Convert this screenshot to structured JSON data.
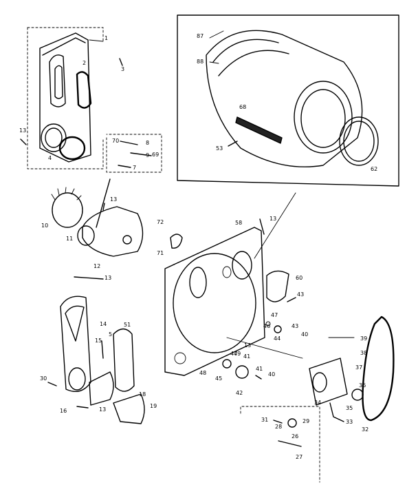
{
  "callouts": [
    {
      "id": "c1",
      "label": "1"
    },
    {
      "id": "c2",
      "label": "2"
    },
    {
      "id": "c3",
      "label": "3"
    },
    {
      "id": "c4",
      "label": "4"
    },
    {
      "id": "c13a",
      "label": "13"
    },
    {
      "id": "c87",
      "label": "87"
    },
    {
      "id": "c88",
      "label": "88"
    },
    {
      "id": "c68",
      "label": "68"
    },
    {
      "id": "c53",
      "label": "53"
    },
    {
      "id": "c62",
      "label": "62"
    },
    {
      "id": "c70",
      "label": "70"
    },
    {
      "id": "c8",
      "label": "8"
    },
    {
      "id": "c69",
      "label": "69"
    },
    {
      "id": "c7",
      "label": "7"
    },
    {
      "id": "c10",
      "label": "10"
    },
    {
      "id": "c13b",
      "label": "13"
    },
    {
      "id": "c11",
      "label": "11"
    },
    {
      "id": "c72",
      "label": "72"
    },
    {
      "id": "c71",
      "label": "71"
    },
    {
      "id": "c58",
      "label": "58"
    },
    {
      "id": "c13c",
      "label": "13"
    },
    {
      "id": "c12",
      "label": "12"
    },
    {
      "id": "c13d",
      "label": "13"
    },
    {
      "id": "c60",
      "label": "60"
    },
    {
      "id": "c43a",
      "label": "43"
    },
    {
      "id": "c14",
      "label": "14"
    },
    {
      "id": "c5",
      "label": "5"
    },
    {
      "id": "c51",
      "label": "51"
    },
    {
      "id": "c15",
      "label": "15"
    },
    {
      "id": "c47a",
      "label": "47"
    },
    {
      "id": "c46",
      "label": "46"
    },
    {
      "id": "c44",
      "label": "44"
    },
    {
      "id": "c43b",
      "label": "43"
    },
    {
      "id": "c40a",
      "label": "40"
    },
    {
      "id": "c13e",
      "label": "13"
    },
    {
      "id": "c39",
      "label": "39"
    },
    {
      "id": "c38",
      "label": "38"
    },
    {
      "id": "c37",
      "label": "37"
    },
    {
      "id": "c36",
      "label": "36"
    },
    {
      "id": "c49",
      "label": "49"
    },
    {
      "id": "c47b",
      "label": "47"
    },
    {
      "id": "c41",
      "label": "41"
    },
    {
      "id": "c45",
      "label": "45"
    },
    {
      "id": "c48",
      "label": "48"
    },
    {
      "id": "c41b",
      "label": "41"
    },
    {
      "id": "c40b",
      "label": "40"
    },
    {
      "id": "c42",
      "label": "42"
    },
    {
      "id": "c16",
      "label": "16"
    },
    {
      "id": "c13f",
      "label": "13"
    },
    {
      "id": "c18",
      "label": "18"
    },
    {
      "id": "c19",
      "label": "19"
    },
    {
      "id": "c34",
      "label": "34"
    },
    {
      "id": "c35",
      "label": "35"
    },
    {
      "id": "c33",
      "label": "33"
    },
    {
      "id": "c32",
      "label": "32"
    },
    {
      "id": "c31",
      "label": "31"
    },
    {
      "id": "c28",
      "label": "28"
    },
    {
      "id": "c29",
      "label": "29"
    },
    {
      "id": "c26",
      "label": "26"
    },
    {
      "id": "c27",
      "label": "27"
    },
    {
      "id": "c30",
      "label": "30"
    },
    {
      "id": "c9",
      "label": "9"
    }
  ]
}
